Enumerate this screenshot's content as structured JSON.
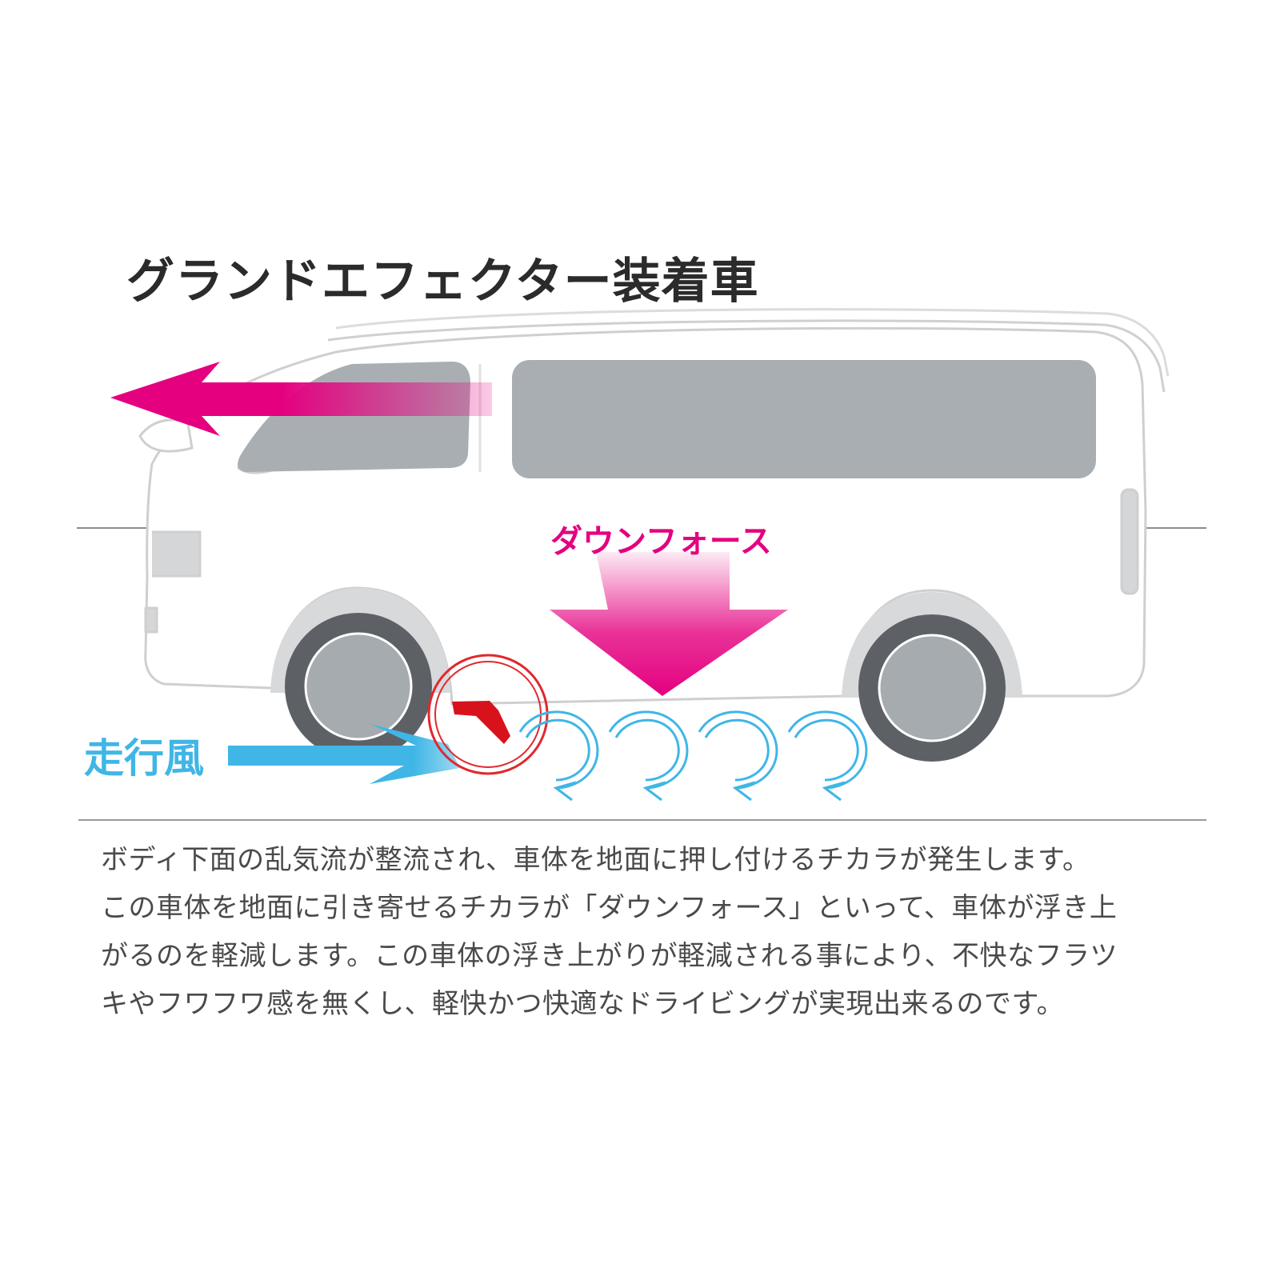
{
  "title": "グランドエフェクター装着車",
  "labels": {
    "downforce": "ダウンフォース",
    "running_wind": "走行風"
  },
  "description_lines": [
    "ボディ下面の乱気流が整流され、車体を地面に押し付けるチカラが発生します。",
    "この車体を地面に引き寄せるチカラが「ダウンフォース」といって、車体が浮き上",
    "がるのを軽減します。この車体の浮き上がりが軽減される事により、不快なフラツ",
    "キやフワフワ感を無くし、軽快かつ快適なドライビングが実現出来るのです。"
  ],
  "colors": {
    "downforce": "#e4007f",
    "wind": "#3fb6e6",
    "highlight_circle": "#e0282e",
    "body_outline": "#c8c8c8",
    "window": "#a9aeb2",
    "tire": "#5d6166",
    "wheel": "#a6abaf",
    "text": "#4a4a4a"
  }
}
